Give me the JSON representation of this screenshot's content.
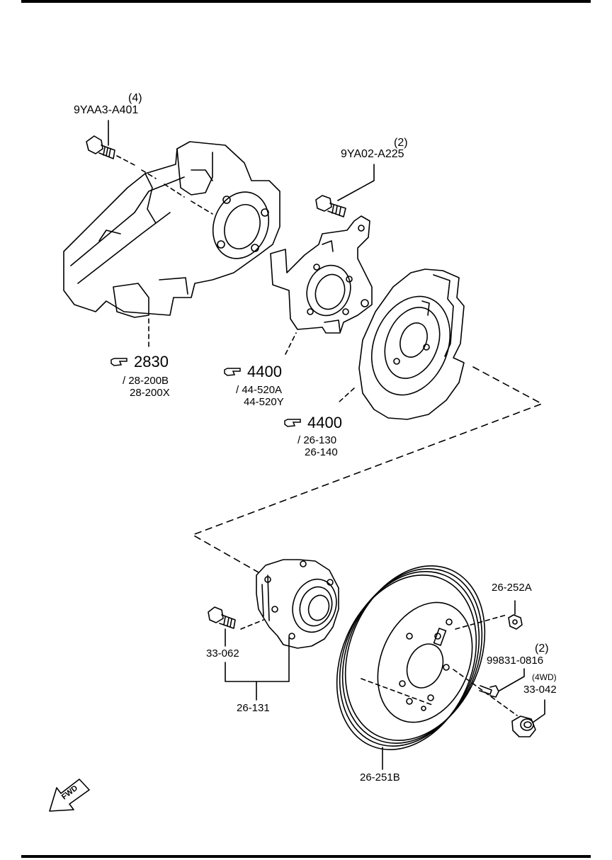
{
  "parts": {
    "bolt_top_left": {
      "qty": "(4)",
      "code": "9YAA3-A401"
    },
    "bolt_top_right": {
      "qty": "(2)",
      "code": "9YA02-A225"
    },
    "ref_2830": {
      "main": "2830",
      "sub1": "/ 28-200B",
      "sub2": "28-200X"
    },
    "ref_4400_a": {
      "main": "4400",
      "sub1": "/ 44-520A",
      "sub2": "44-520Y"
    },
    "ref_4400_b": {
      "main": "4400",
      "sub1": "/ 26-130",
      "sub2": "26-140"
    },
    "cap": {
      "code": "26-252A"
    },
    "screw": {
      "qty": "(2)",
      "code": "99831-0816"
    },
    "nut": {
      "note": "(4WD)",
      "code": "33-042"
    },
    "hub_bolt": {
      "code": "33-062"
    },
    "hub": {
      "code": "26-131"
    },
    "disc": {
      "code": "26-251B"
    }
  },
  "fwd_label": "FWD",
  "icons": [
    "reference-hand-icon",
    "fwd-arrow-icon"
  ],
  "colors": {
    "line": "#000000",
    "background": "#ffffff"
  }
}
